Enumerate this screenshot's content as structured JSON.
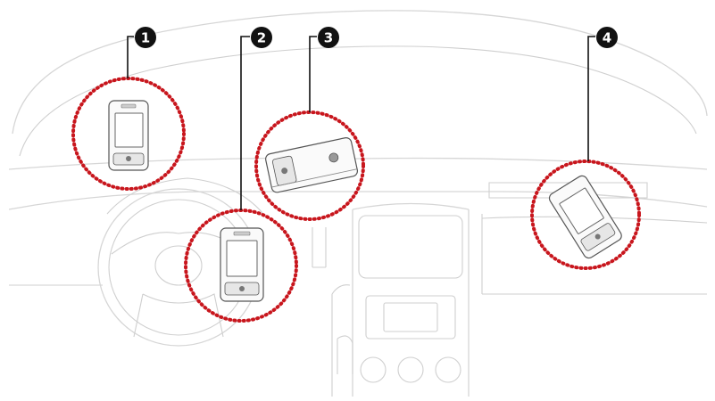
{
  "callouts": [
    {
      "number": "1",
      "location": "windshield-left"
    },
    {
      "number": "2",
      "location": "steering-wheel"
    },
    {
      "number": "3",
      "location": "dashboard-center"
    },
    {
      "number": "4",
      "location": "dashboard-right"
    }
  ],
  "colors": {
    "highlight_circle": "#c8161d",
    "badge": "#111111",
    "outline": "#d6d6d6"
  }
}
